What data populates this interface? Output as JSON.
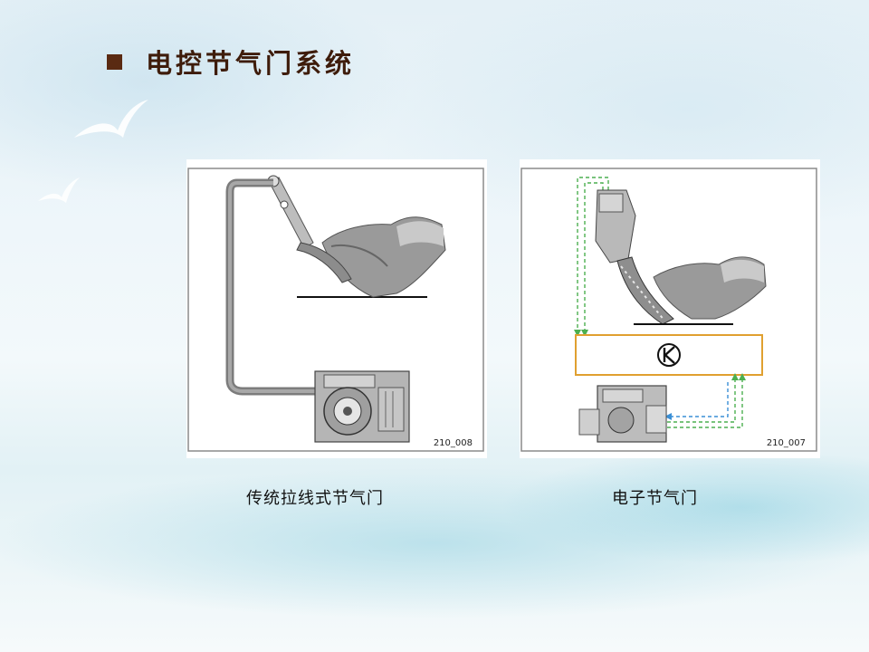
{
  "slide": {
    "title": "电控节气门系统"
  },
  "figures": [
    {
      "caption": "传统拉线式节气门",
      "image_code": "210_008"
    },
    {
      "caption": "电子节气门",
      "image_code": "210_007",
      "ecu_symbol": "Ⓚ"
    }
  ],
  "colors": {
    "bullet": "#5a2a12",
    "title": "#3e1c0b",
    "ecu_box_border": "#e0a030",
    "signal_green": "#4caf50",
    "signal_blue": "#3a8fd6"
  },
  "icons": [
    "bullet-square-icon",
    "seagull-icon",
    "ecu-k-icon"
  ]
}
